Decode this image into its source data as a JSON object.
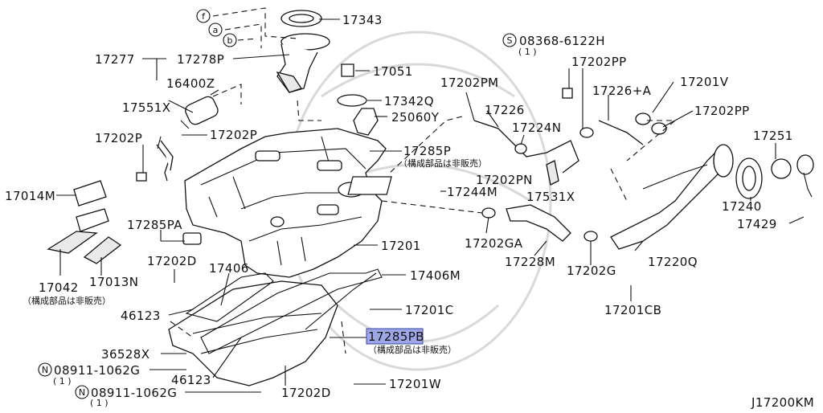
{
  "labels": {
    "p17343": "17343",
    "p17277": "17277",
    "p17278p": "17278P",
    "p17051": "17051",
    "p16400z": "16400Z",
    "p17342q": "17342Q",
    "p25060y": "25060Y",
    "p17551x": "17551X",
    "p17202p_left": "17202P",
    "p17202p_mid": "17202P",
    "p17014m": "17014M",
    "p17285pa": "17285PA",
    "p17042": "17042",
    "p17042_note": "（構成部品は非販売）",
    "p17013n": "17013N",
    "p17202d_top": "17202D",
    "p17406": "17406",
    "p46123_top": "46123",
    "p36528x": "36528X",
    "p08911_a": "08911-1062G",
    "p08911_a_qty": "( 1 )",
    "p46123_bot": "46123",
    "p08911_b": "08911-1062G",
    "p08911_b_qty": "( 1 )",
    "p17202d_bot": "17202D",
    "p17201w": "17201W",
    "p17285pb": "17285PB",
    "p17285pb_note": "（構成部品は非販売）",
    "p17201c": "17201C",
    "p17406m": "17406M",
    "p17201": "17201",
    "p17244m": "17244M",
    "p17285p": "17285P",
    "p17285p_note": "（構成部品は非販売）",
    "p08368": "08368-6122H",
    "p08368_qty": "( 1 )",
    "p17202pm": "17202PM",
    "p17226": "17226",
    "p17224n": "17224N",
    "p17202pn": "17202PN",
    "p17531x": "17531X",
    "p17202pp_top": "17202PP",
    "p17226a": "17226+A",
    "p17201v": "17201V",
    "p17202pp_mid": "17202PP",
    "p17251": "17251",
    "p17240": "17240",
    "p17429": "17429",
    "p17202ga": "17202GA",
    "p17228m": "17228M",
    "p17202g": "17202G",
    "p17220q": "17220Q",
    "p17201cb": "17201CB",
    "diagram_code": "J17200KM"
  },
  "circled": {
    "f": "f",
    "a": "a",
    "b": "b",
    "s": "S",
    "n1": "N",
    "n2": "N"
  },
  "highlight_color": "#9ea7e6"
}
